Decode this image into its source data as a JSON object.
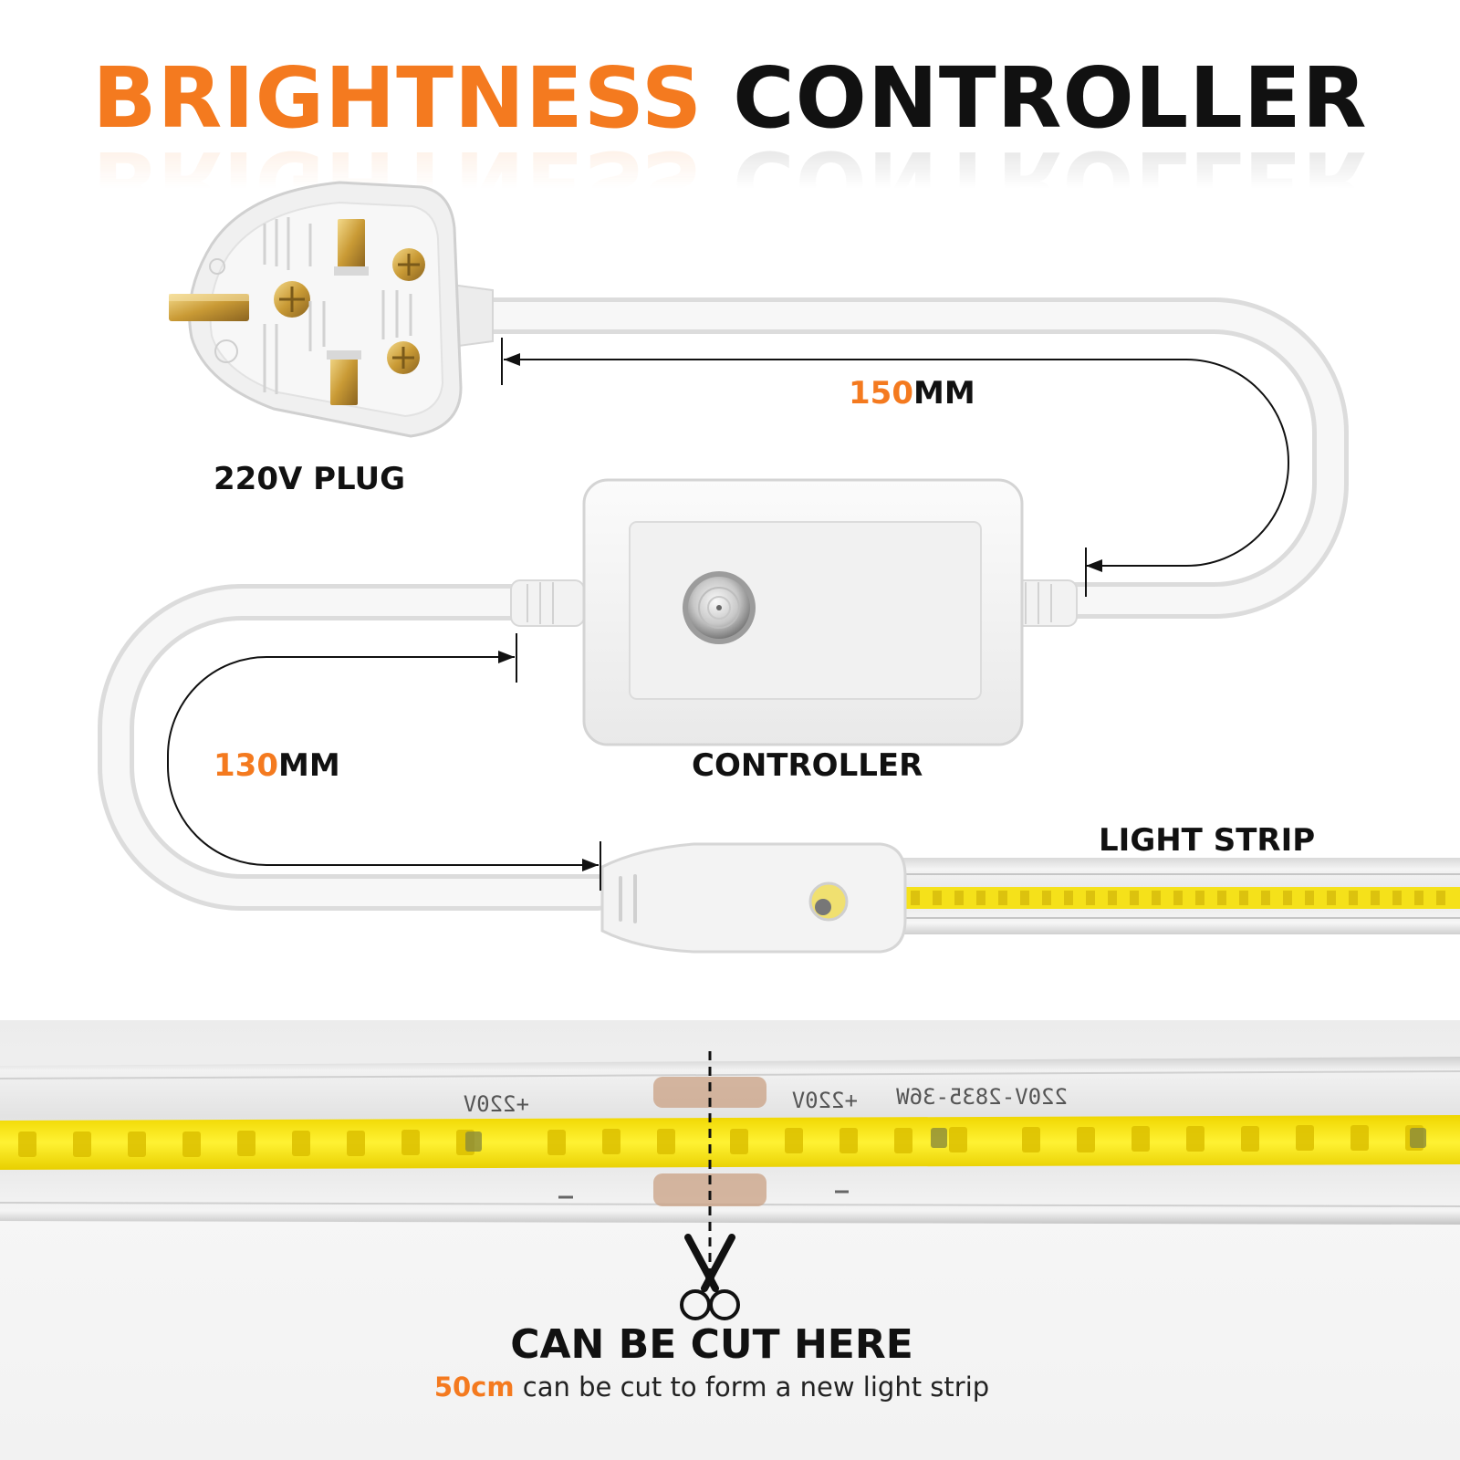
{
  "title": {
    "part1": "BRIGHTNESS",
    "part2": "CONTROLLER"
  },
  "labels": {
    "plug": "220V PLUG",
    "controller": "CONTROLLER",
    "light_strip": "LIGHT STRIP",
    "dim_top_value": "150",
    "dim_top_unit": "MM",
    "dim_left_value": "130",
    "dim_left_unit": "MM"
  },
  "strip_print": {
    "mark_a": "+220V",
    "mark_b": "+220V",
    "spec": "220V-2835-36W"
  },
  "cut": {
    "title": "CAN BE CUT HERE",
    "subtitle_value": "50cm",
    "subtitle_text": " can be cut to form a new light strip"
  },
  "colors": {
    "accent": "#f47a1f",
    "text": "#111111",
    "led": "#f5e11a"
  },
  "icons": [
    "uk-plug-icon",
    "dimmer-knob-icon",
    "scissors-icon"
  ]
}
